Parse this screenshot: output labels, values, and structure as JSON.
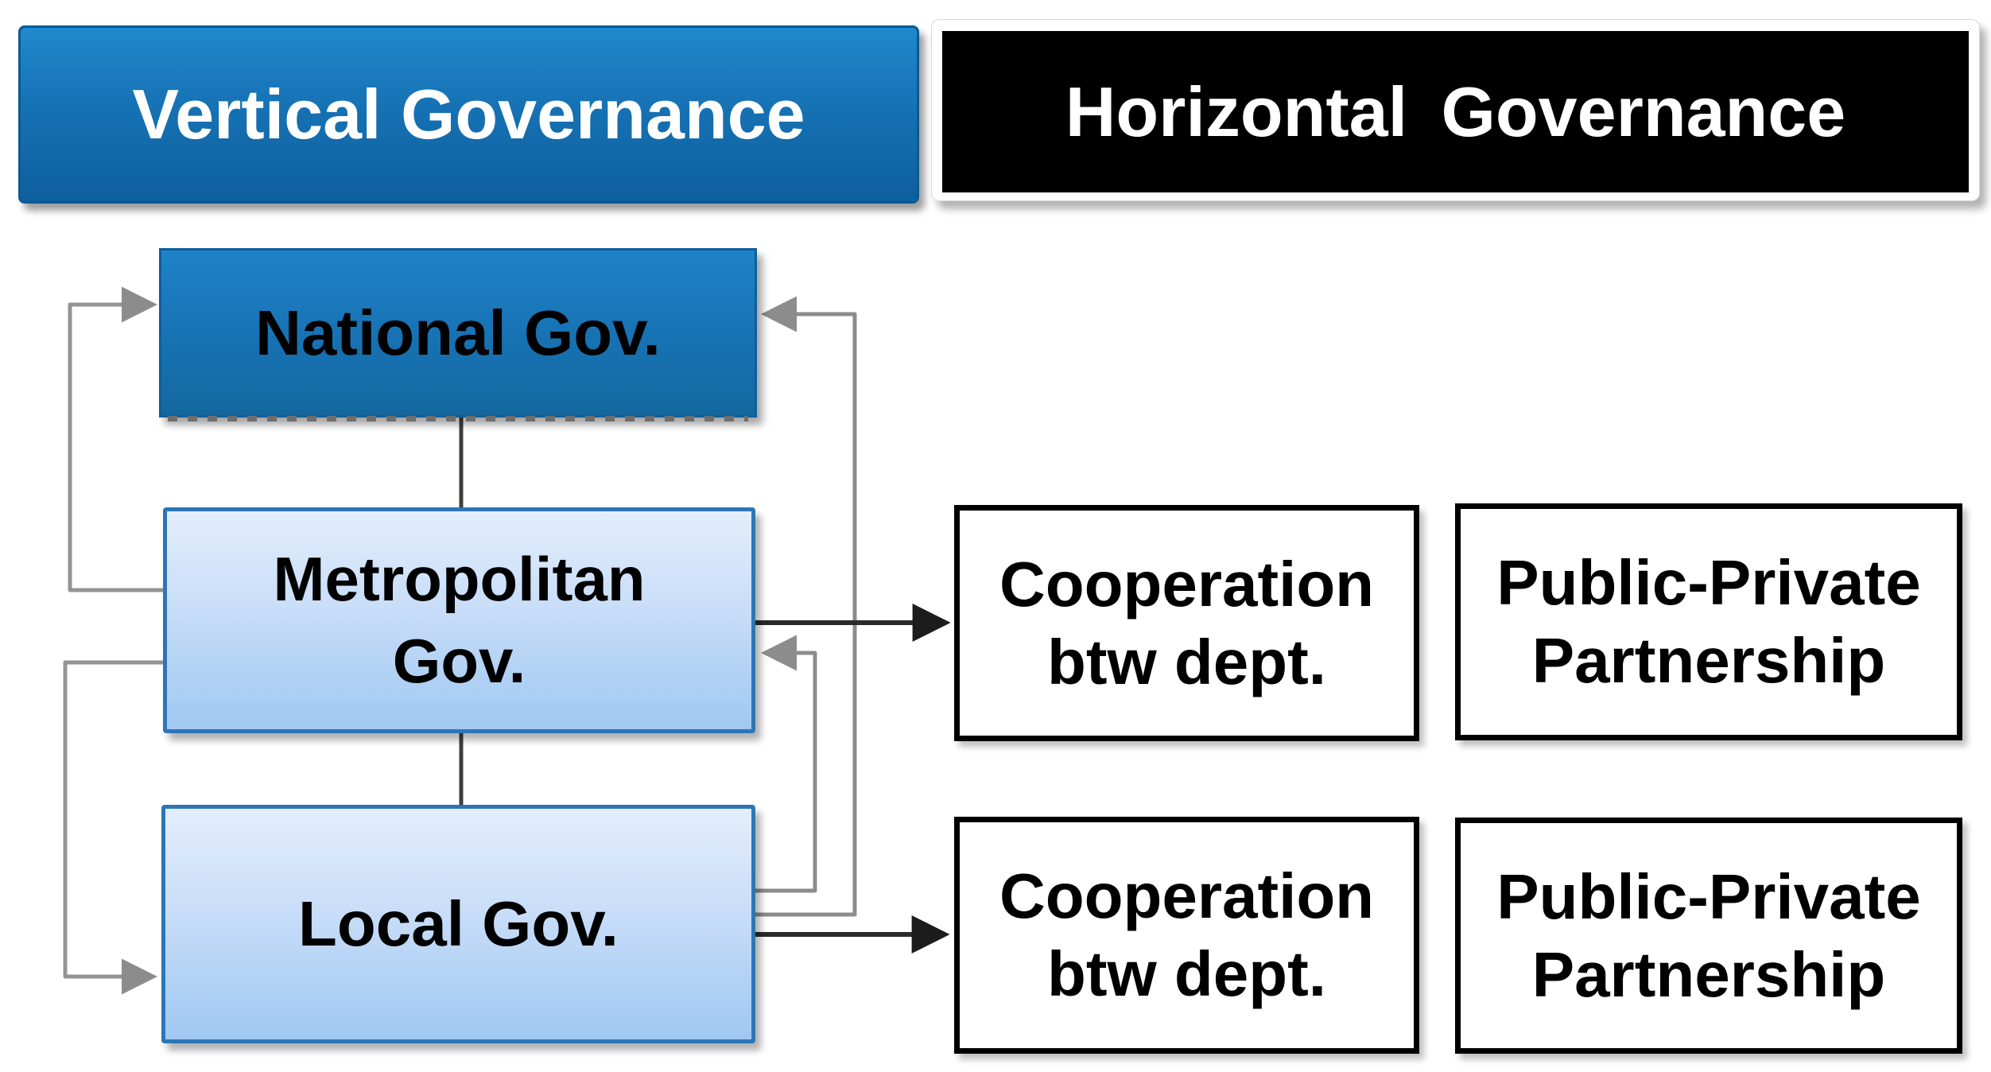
{
  "headers": {
    "vertical": {
      "label": "Vertical Governance",
      "bg": "#1673b5",
      "text_color": "#ffffff"
    },
    "horizontal": {
      "label": "Horizontal Governance",
      "bg": "#000000",
      "text_color": "#ffffff"
    }
  },
  "nodes": {
    "national": {
      "label": "National Gov."
    },
    "metropolitan": {
      "line1": "Metropolitan",
      "line2": "Gov."
    },
    "local": {
      "label": "Local  Gov."
    },
    "coop_top": {
      "line1": "Cooperation",
      "line2": "btw dept."
    },
    "ppp_top": {
      "line1": "Public-Private",
      "line2": "Partnership"
    },
    "coop_bottom": {
      "line1": "Cooperation",
      "line2": "btw dept."
    },
    "ppp_bottom": {
      "line1": "Public-Private",
      "line2": "Partnership"
    }
  },
  "edges": [
    {
      "id": "national-metro-link",
      "from": "national",
      "to": "metropolitan",
      "side": "center",
      "color": "#3f3f3f",
      "arrow": false
    },
    {
      "id": "metro-local-link",
      "from": "metropolitan",
      "to": "local",
      "side": "center",
      "color": "#3f3f3f",
      "arrow": false
    },
    {
      "id": "metro-to-national-feedback",
      "from": "metropolitan",
      "to": "national",
      "side": "left",
      "color": "#929292",
      "arrow": true
    },
    {
      "id": "metro-to-local-feedback",
      "from": "metropolitan",
      "to": "local",
      "side": "left",
      "color": "#929292",
      "arrow": true
    },
    {
      "id": "local-to-national-feedback",
      "from": "local",
      "to": "national",
      "side": "right",
      "color": "#8c8c8c",
      "arrow": true
    },
    {
      "id": "local-to-metro-feedback",
      "from": "local",
      "to": "metropolitan",
      "side": "right",
      "color": "#8c8c8c",
      "arrow": true
    },
    {
      "id": "metro-to-cooperation",
      "from": "metropolitan",
      "to": "coop_top",
      "side": "right",
      "color": "#282828",
      "arrow": true
    },
    {
      "id": "local-to-cooperation",
      "from": "local",
      "to": "coop_bottom",
      "side": "right",
      "color": "#282828",
      "arrow": true
    }
  ],
  "colors": {
    "dark_blue_top": "#1f83c7",
    "dark_blue_bottom": "#14689f",
    "dark_blue_border": "#0e5e9b",
    "light_blue_top": "#e3eefc",
    "light_blue_bottom": "#9fc8f2",
    "light_blue_border": "#2e75b6",
    "gray_connector": "#8c8c8c",
    "dark_connector": "#282828",
    "white_box_border": "#000000"
  }
}
